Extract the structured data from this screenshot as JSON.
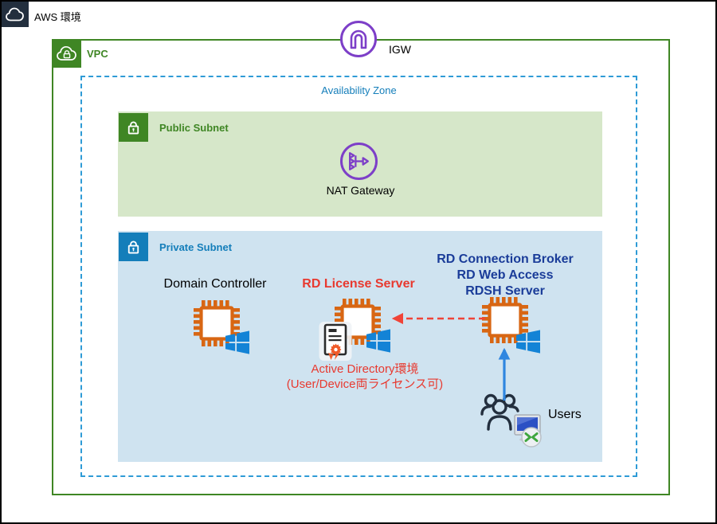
{
  "aws_environment": {
    "label": "AWS 環境"
  },
  "vpc": {
    "label": "VPC"
  },
  "internet_gateway": {
    "label": "IGW"
  },
  "availability_zone": {
    "label": "Availability Zone"
  },
  "public_subnet": {
    "label": "Public Subnet",
    "nat_gateway_label": "NAT Gateway"
  },
  "private_subnet": {
    "label": "Private Subnet"
  },
  "nodes": {
    "domain_controller": {
      "label": "Domain Controller"
    },
    "rd_license_server": {
      "label": "RD License Server"
    },
    "rd_host": {
      "lines": [
        "RD Connection Broker",
        "RD Web Access",
        "RDSH Server"
      ]
    },
    "users": {
      "label": "Users"
    }
  },
  "annotations": {
    "active_directory": {
      "lines": [
        "Active Directory環境",
        "(User/Device両ライセンス可)"
      ]
    }
  },
  "connections": [
    {
      "from": "rd_host",
      "to": "rd_license_server",
      "style": "dashed",
      "color": "#F04438"
    },
    {
      "from": "users",
      "to": "rd_host",
      "style": "solid",
      "color": "#2F86E0"
    }
  ],
  "colors": {
    "aws_dark": "#232F3E",
    "vpc_green": "#3F8624",
    "public_subnet_fill": "#D6E7C9",
    "private_subnet_fill": "#CFE3F0",
    "subnet_blue": "#147EBA",
    "az_dashed_blue": "#2E9BD6",
    "network_purple": "#7D3FC8",
    "ec2_orange": "#D86613",
    "windows_blue": "#1383D6",
    "alert_red": "#E8392F",
    "rd_title_blue": "#1A3C99"
  }
}
